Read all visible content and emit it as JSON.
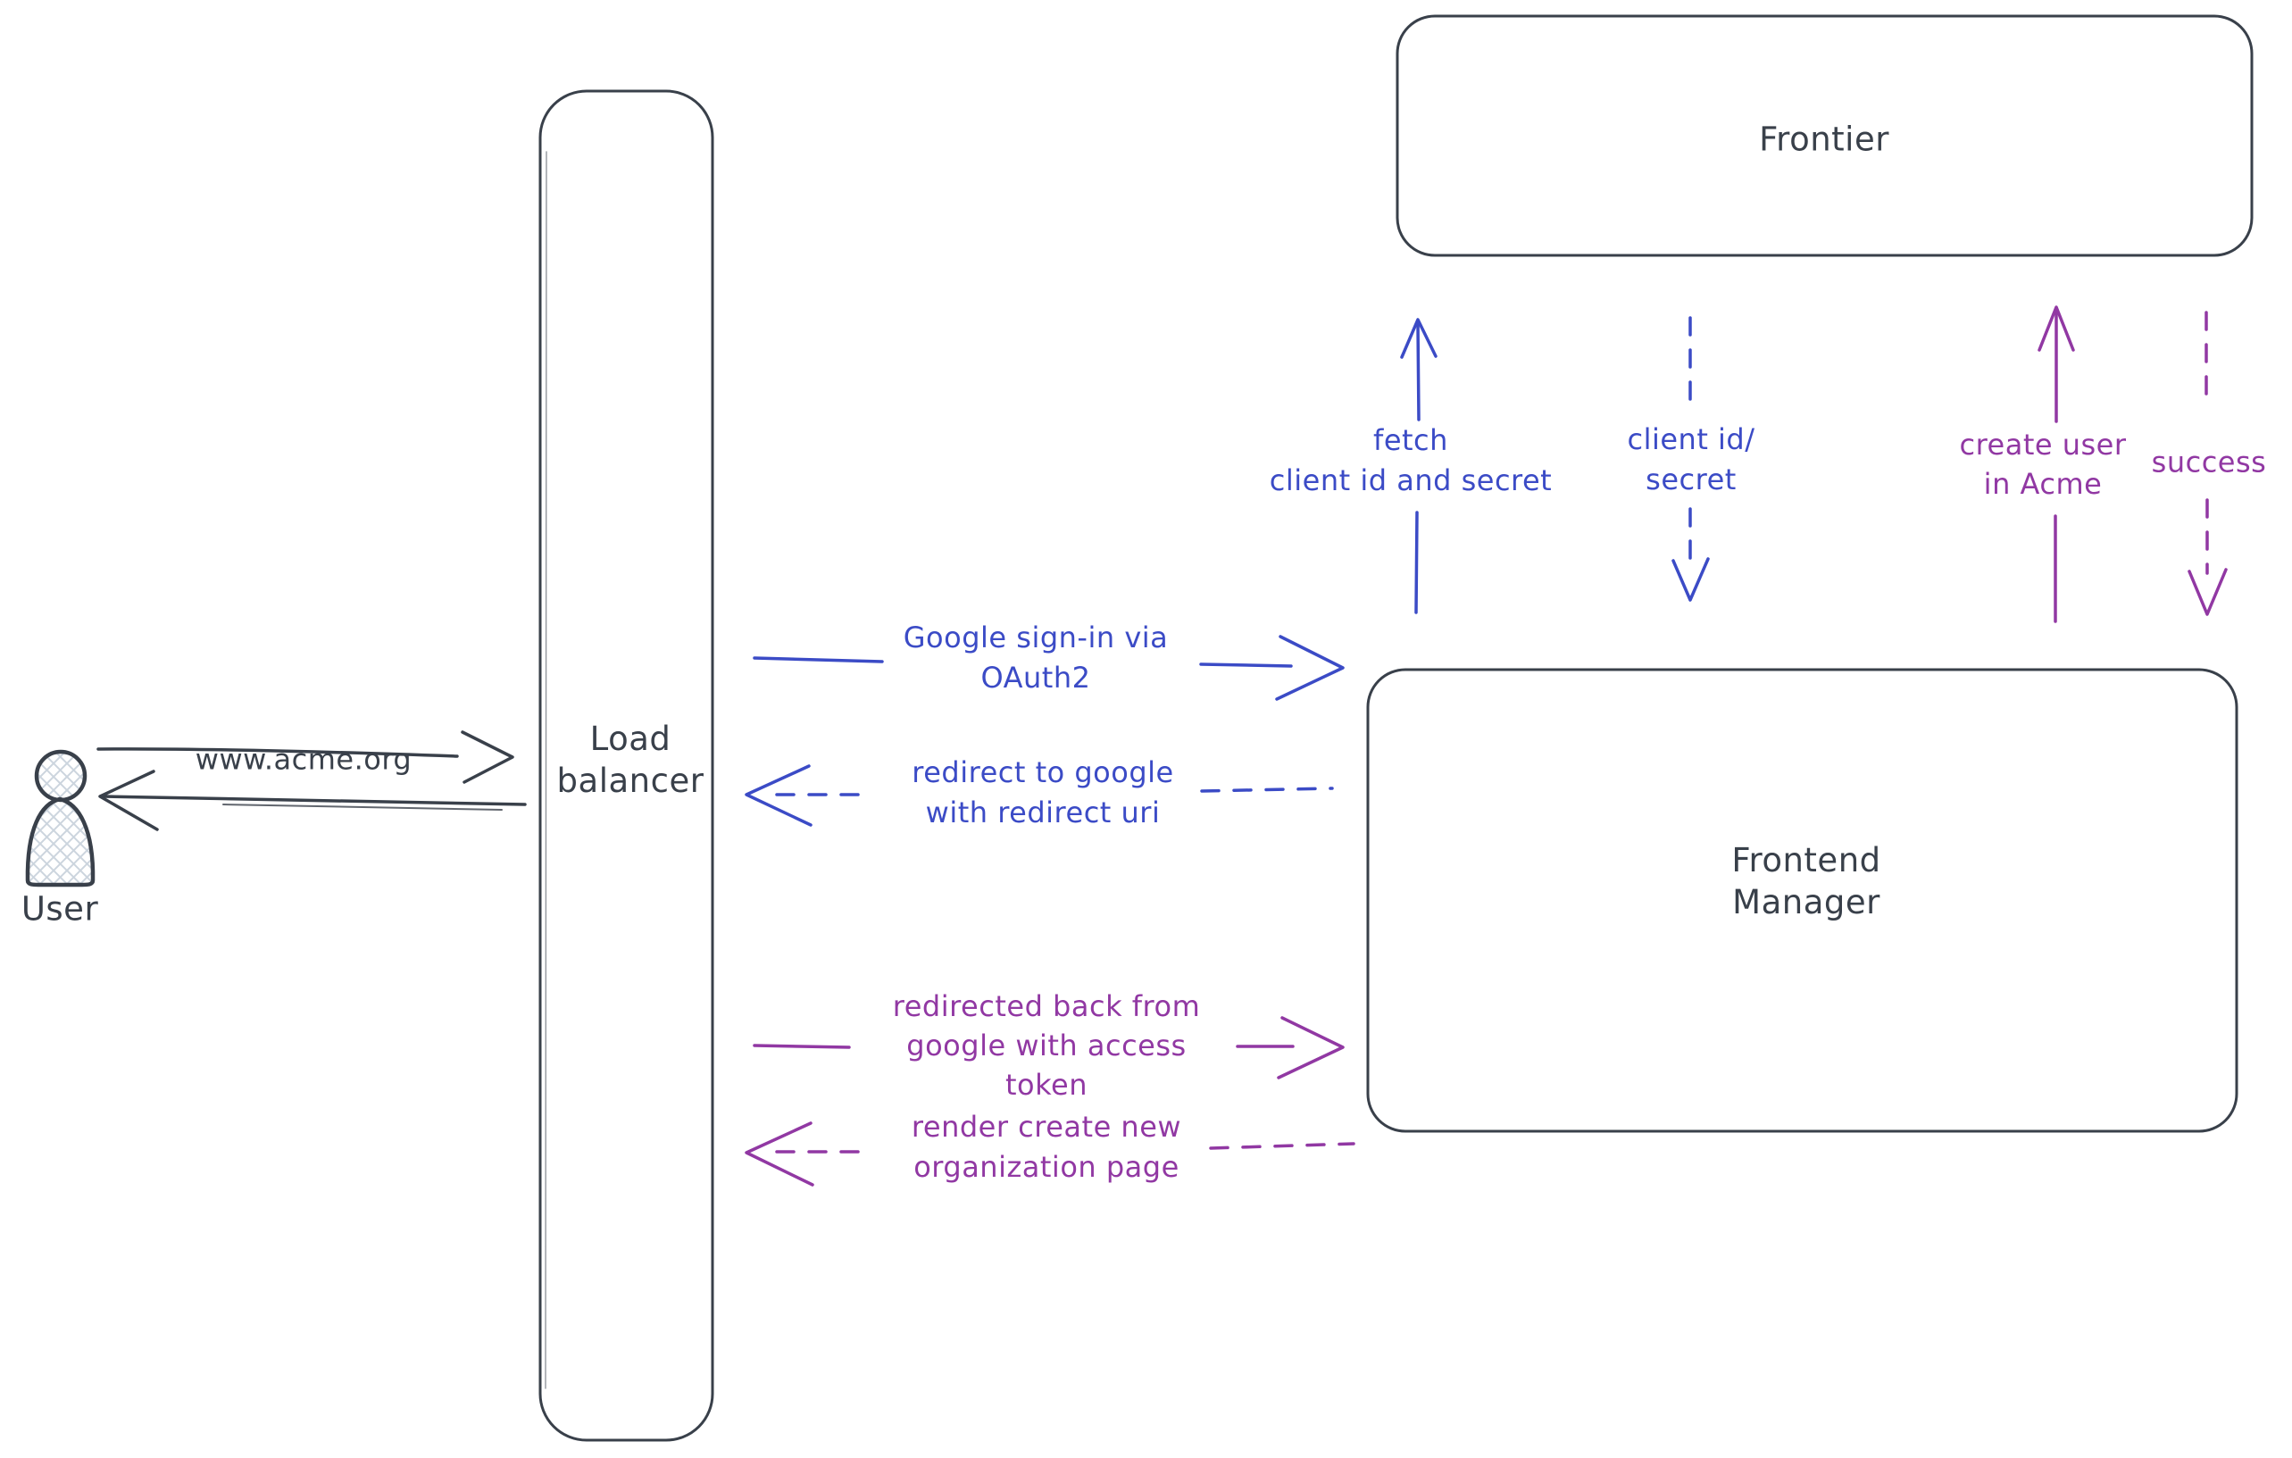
{
  "palette": {
    "dark": "#39404a",
    "blue": "#3b4bc6",
    "purple": "#9138a3",
    "hatch": "#ccd5de",
    "background": "#ffffff"
  },
  "nodes": {
    "user": {
      "label": "User"
    },
    "load_balancer": {
      "line1": "Load",
      "line2": "balancer"
    },
    "frontier": {
      "label": "Frontier"
    },
    "frontend_manager": {
      "line1": "Frontend",
      "line2": "Manager"
    }
  },
  "messages": {
    "www_acme": {
      "label": "www.acme.org"
    },
    "google_signin": {
      "line1": "Google sign-in via",
      "line2": "OAuth2"
    },
    "redirect_google": {
      "line1": "redirect to google",
      "line2": "with redirect uri"
    },
    "fetch_client": {
      "line1": "fetch",
      "line2": "client id and secret"
    },
    "client_id_secret": {
      "line1": "client id/",
      "line2": "secret"
    },
    "create_user": {
      "line1": "create user",
      "line2": "in Acme"
    },
    "success": {
      "label": "success"
    },
    "redirected_back": {
      "line1": "redirected back from",
      "line2": "google with access",
      "line3": "token"
    },
    "render_org_page": {
      "line1": "render create new",
      "line2": "organization page"
    }
  }
}
